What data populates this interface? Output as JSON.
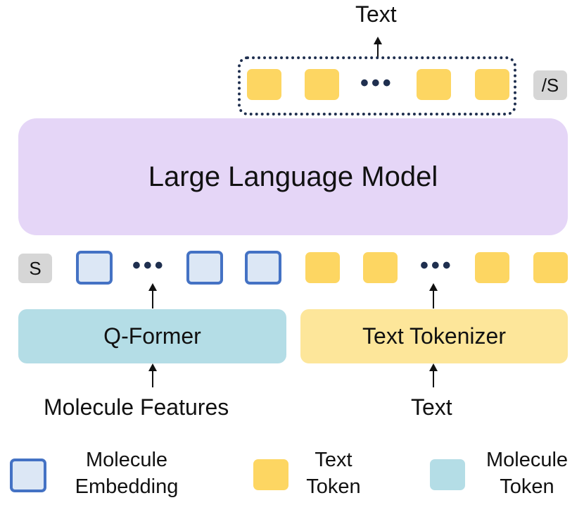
{
  "output": {
    "label": "Text"
  },
  "tags": {
    "start": "S",
    "end": "/S"
  },
  "ellipsis": "•••",
  "llm": {
    "label": "Large Language Model"
  },
  "qformer": {
    "label": "Q-Former"
  },
  "tokenizer": {
    "label": "Text Tokenizer"
  },
  "inputs": {
    "molecule": "Molecule Features",
    "text": "Text"
  },
  "legend": {
    "molecule_embedding": {
      "line1": "Molecule",
      "line2": "Embedding"
    },
    "text_token": {
      "line1": "Text",
      "line2": "Token"
    },
    "molecule_token": {
      "line1": "Molecule",
      "line2": "Token"
    }
  },
  "colors": {
    "llm": "#E5D6F7",
    "qformer": "#B4DDE6",
    "tokenizer": "#FDE69A",
    "text_token": "#FDD662",
    "molecule_embedding_fill": "#DCE7F5",
    "molecule_embedding_border": "#4472C4",
    "tag_gray": "#D6D6D6",
    "dotted_border": "#1F2F4F"
  }
}
